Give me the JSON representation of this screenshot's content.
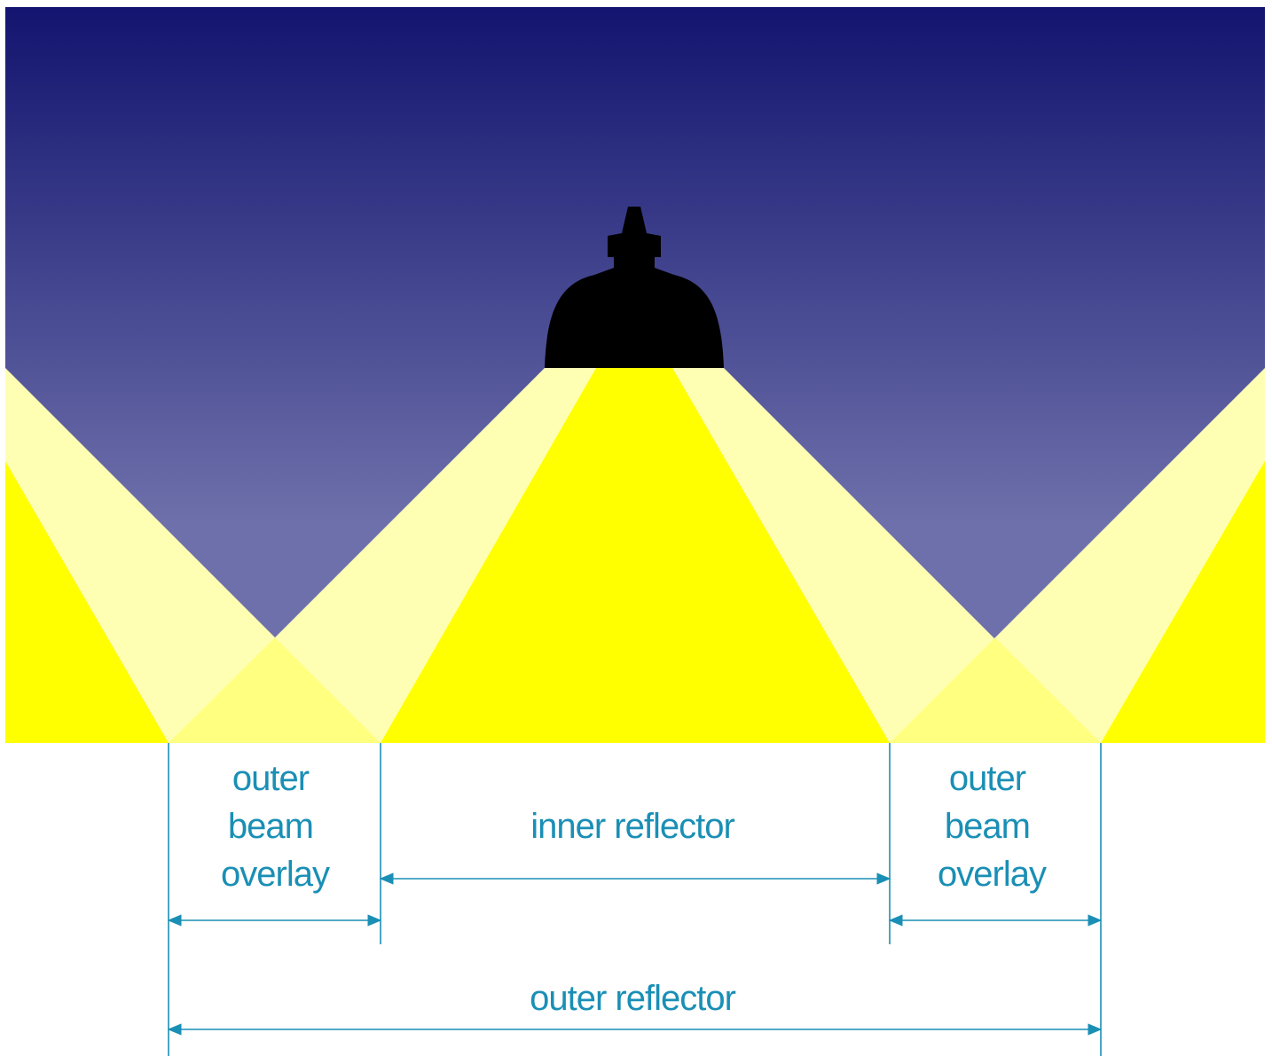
{
  "diagram": {
    "labels": {
      "outer_beam_overlay_left": [
        "outer",
        "beam",
        "overlay"
      ],
      "inner_reflector": "inner reflector",
      "outer_beam_overlay_right": [
        "outer",
        "beam",
        "overlay"
      ],
      "outer_reflector": "outer reflector"
    },
    "colors": {
      "sky_top": "#12146f",
      "sky_bottom": "#6e70ab",
      "inner_beam": "#ffff00",
      "outer_beam": "#ffffb3",
      "overlap": "#ffff80",
      "lamp": "#000000",
      "dimension": "#1a8fb5"
    },
    "icons": {
      "lamp": "lamp-icon",
      "arrow": "double-arrow-icon"
    }
  }
}
